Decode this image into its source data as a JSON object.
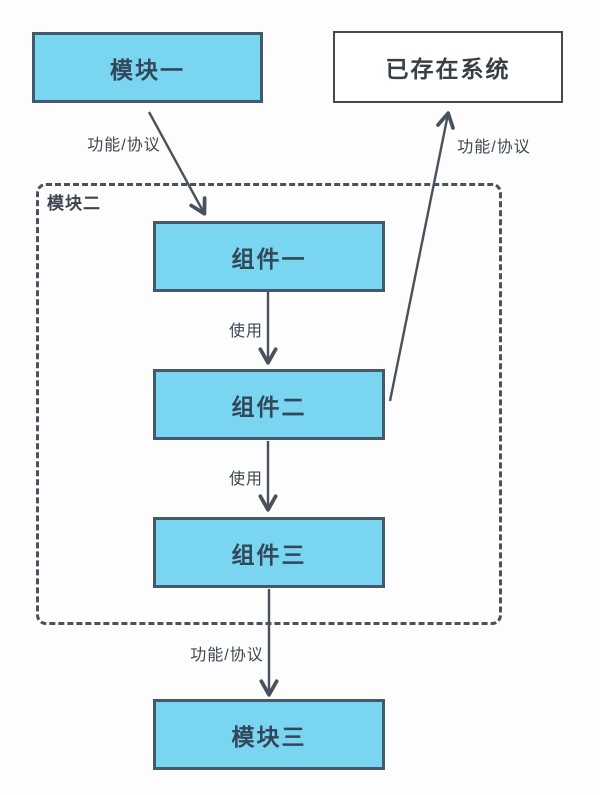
{
  "diagram": {
    "title": "module-architecture-flow",
    "nodes": {
      "module1": {
        "label": "模块一",
        "style": "cyan"
      },
      "existing_system": {
        "label": "已存在系统",
        "style": "plain"
      },
      "component1": {
        "label": "组件一",
        "style": "cyan"
      },
      "component2": {
        "label": "组件二",
        "style": "cyan"
      },
      "component3": {
        "label": "组件三",
        "style": "cyan"
      },
      "module3": {
        "label": "模块三",
        "style": "cyan"
      },
      "module2_container": {
        "label": "模块二",
        "style": "dashed-group"
      }
    },
    "edges": {
      "module1_to_component1": {
        "label": "功能/协议",
        "from": "module1",
        "to": "component1"
      },
      "component1_to_component2": {
        "label": "使用",
        "from": "component1",
        "to": "component2"
      },
      "component2_to_component3": {
        "label": "使用",
        "from": "component2",
        "to": "component3"
      },
      "component3_to_module3": {
        "label": "功能/协议",
        "from": "component3",
        "to": "module3"
      },
      "component2_to_existing_system": {
        "label": "功能/协议",
        "from": "component2",
        "to": "existing_system"
      }
    },
    "colors": {
      "node_fill": "#79d5f0",
      "node_border": "#44596b",
      "node_text": "#33475b",
      "plain_node_fill": "#ffffff",
      "plain_node_border": "#40494f",
      "arrow_stroke": "#49525c",
      "label_text": "#3d4751",
      "background": "#fdfdfd"
    }
  }
}
